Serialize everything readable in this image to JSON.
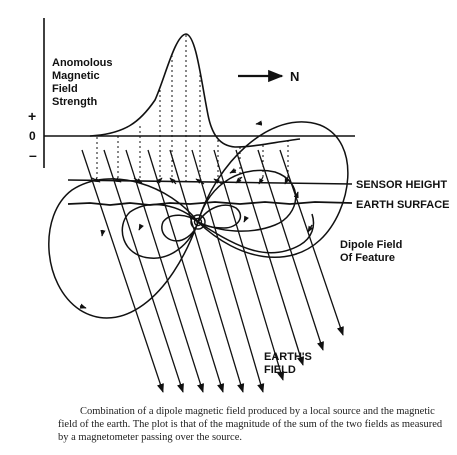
{
  "labels": {
    "anomalous_line1": "Anomolous",
    "anomalous_line2": "Magnetic",
    "anomalous_line3": "Field",
    "anomalous_line4": "Strength",
    "plus": "+",
    "zero": "0",
    "minus": "–",
    "north": "N",
    "sensor_height": "SENSOR HEIGHT",
    "earth_surface": "EARTH SURFACE",
    "dipole_line1": "Dipole Field",
    "dipole_line2": "Of Feature",
    "earths_line1": "EARTH'S",
    "earths_line2": "FIELD"
  },
  "caption": "Combination of a dipole magnetic field produced by a local source and the magnetic field of the earth. The plot is that of the magnitude of the sum of the two fields as measured by a magnetometer passing over the source.",
  "colors": {
    "ink": "#111111",
    "paper": "#ffffff",
    "caption_text": "#222222"
  }
}
